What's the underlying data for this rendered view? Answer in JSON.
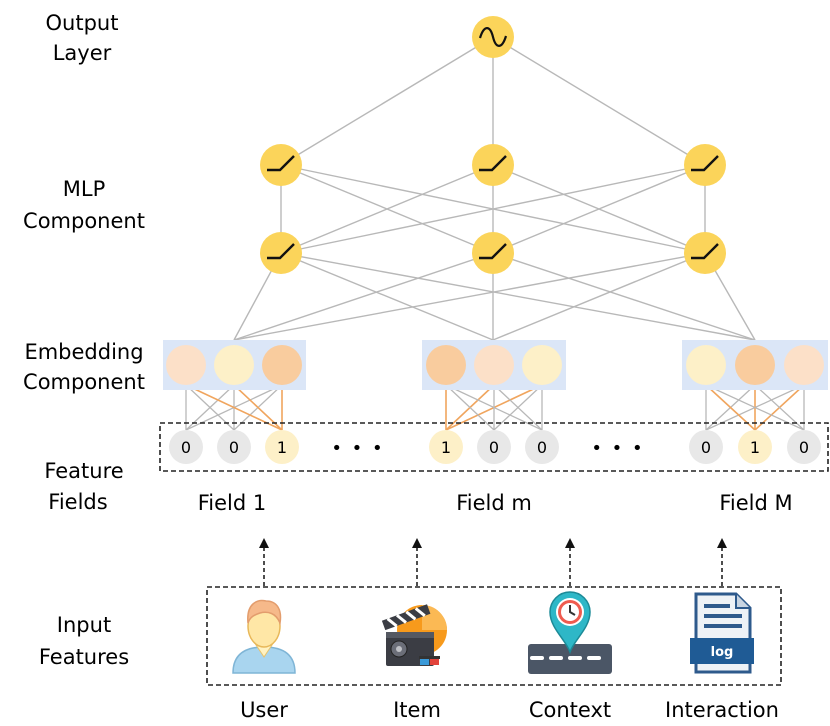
{
  "labels": {
    "output": [
      "Output",
      "Layer"
    ],
    "mlp": [
      "MLP",
      "Component"
    ],
    "embedding": [
      "Embedding",
      "Component"
    ],
    "fields": [
      "Feature",
      "Fields"
    ],
    "input": [
      "Input",
      "Features"
    ]
  },
  "field_names": [
    "Field 1",
    "Field m",
    "Field M"
  ],
  "onehot_groups": [
    [
      "0",
      "0",
      "1"
    ],
    [
      "1",
      "0",
      "0"
    ],
    [
      "0",
      "1",
      "0"
    ]
  ],
  "ellipsis": "• • •",
  "input_features": [
    {
      "label": "User",
      "icon": "user-icon"
    },
    {
      "label": "Item",
      "icon": "movie-clapper-icon"
    },
    {
      "label": "Context",
      "icon": "location-clock-icon"
    },
    {
      "label": "Interaction",
      "icon": "log-file-icon",
      "icon_text": "log"
    }
  ],
  "activations": {
    "output": "sigmoid",
    "mlp": "relu"
  },
  "colors": {
    "neuron": "#fbd45a",
    "connection": "#b8b8b8",
    "active_connection": "#f0a55e",
    "embed_band": "#dbe6f7",
    "embed_light": "#fdf0c8",
    "embed_peach": "#fce0c8",
    "embed_orange": "#f9cc9e",
    "onehot_zero": "#e8e8e8",
    "onehot_one": "#fdf0c8"
  }
}
